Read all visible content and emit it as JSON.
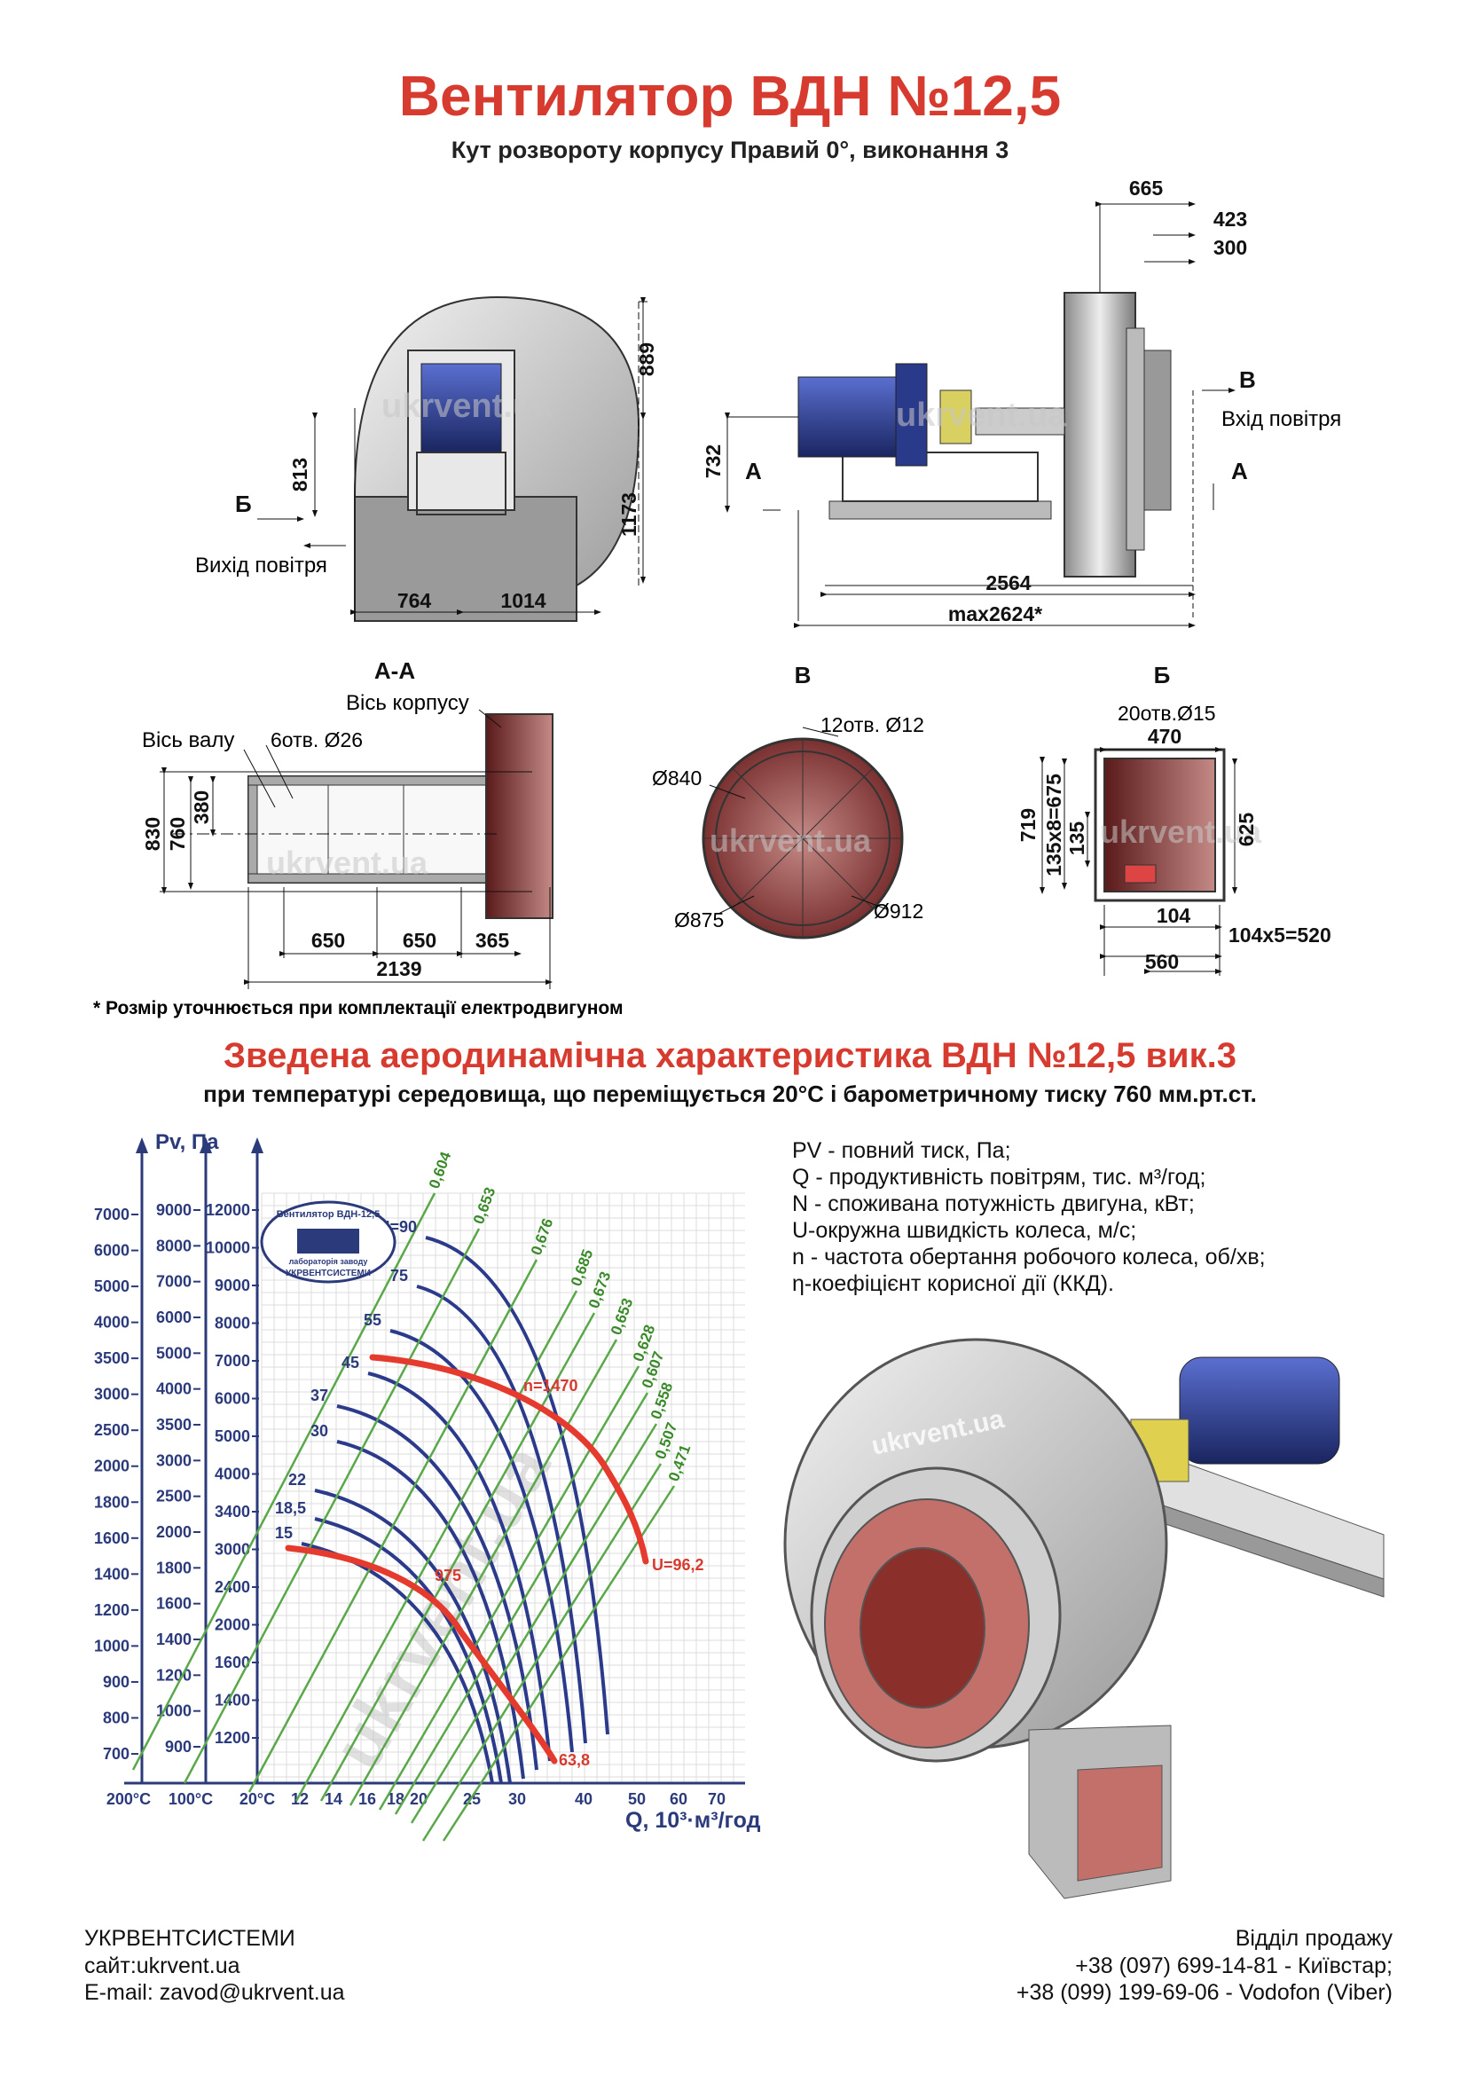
{
  "header": {
    "title": "Вентилятор  ВДН №12,5",
    "subtitle": "Кут розвороту корпусу Правий 0°, виконання 3"
  },
  "front_view": {
    "dims": {
      "d889": "889",
      "d813": "813",
      "d1173": "1173",
      "d764": "764",
      "d1014": "1014"
    },
    "label_b": "Б",
    "outlet_label": "Вихід повітря"
  },
  "side_view": {
    "dims": {
      "d665": "665",
      "d423": "423",
      "d300": "300",
      "d732": "732",
      "d2564": "2564",
      "dmax": "max2624*"
    },
    "label_v": "В",
    "inlet_label": "Вхід повітря",
    "label_a_left": "А",
    "label_a_right": "А"
  },
  "watermark": "ukrvent.ua",
  "section_aa": {
    "title": "А-А",
    "housing_axis": "Вісь корпусу",
    "shaft_axis": "Вісь валу",
    "holes": "6отв. Ø26",
    "dims": {
      "d830": "830",
      "d760": "760",
      "d380": "380",
      "d650a": "650",
      "d650b": "650",
      "d365": "365",
      "d2139": "2139"
    }
  },
  "section_v": {
    "title": "В",
    "holes": "12отв. Ø12",
    "d840": "Ø840",
    "d875": "Ø875",
    "d912": "Ø912"
  },
  "section_b": {
    "title": "Б",
    "holes": "20отв.Ø15",
    "dims": {
      "d470": "470",
      "d719": "719",
      "d135x8": "135х8=675",
      "d135": "135",
      "d625": "625",
      "d104": "104",
      "d104x5": "104х5=520",
      "d560": "560"
    }
  },
  "note": "* Розмір уточнюється при комплектації електродвигуном",
  "aero": {
    "title": "Зведена аеродинамічна характеристика ВДН №12,5 вик.3",
    "subtitle": "при температурі середовища, що переміщується 20°С і барометричному тиску 760 мм.рт.ст."
  },
  "legend": [
    "PV - повний тиск, Па;",
    "Q - продуктивність повітрям, тис. м³/год;",
    "N - споживана потужність двигуна, кВт;",
    "U-окружна швидкість колеса, м/с;",
    "n - частота обертання робочого колеса, об/хв;",
    "η-коефіцієнт корисної дії (ККД)."
  ],
  "stamp": {
    "top": "Вентилятор ВДН-12,5",
    "bottom": "УКРВЕНТСИСТЕМИ",
    "mid": "лабораторія заводу"
  },
  "chart_data": {
    "type": "line",
    "title": "",
    "xlabel": "Q, 10³·м³/год",
    "ylabel": "Pv, Па",
    "x_ticks": [
      "12",
      "14",
      "16",
      "18",
      "20",
      "25",
      "30",
      "40",
      "50",
      "60",
      "70"
    ],
    "temp_labels": [
      "200°С",
      "100°С",
      "20°С"
    ],
    "axis_200": [
      "7000",
      "6000",
      "5000",
      "4000",
      "3500",
      "3000",
      "2500",
      "2000",
      "1800",
      "1600",
      "1400",
      "1200",
      "1000",
      "900",
      "800",
      "700"
    ],
    "axis_100": [
      "9000",
      "8000",
      "7000",
      "6000",
      "5000",
      "4000",
      "3500",
      "3000",
      "2500",
      "2000",
      "1800",
      "1600",
      "1400",
      "1200",
      "1000",
      "900"
    ],
    "axis_20": [
      "12000",
      "10000",
      "9000",
      "8000",
      "7000",
      "6000",
      "5000",
      "4000",
      "3400",
      "3000",
      "2400",
      "2000",
      "1600",
      "1400",
      "1200"
    ],
    "power_labels": [
      "N=90",
      "75",
      "55",
      "45",
      "37",
      "30",
      "22",
      "18,5",
      "15"
    ],
    "efficiency_labels": [
      "0,604",
      "0,653",
      "0,676",
      "0,685",
      "0,673",
      "0,653",
      "0,628",
      "0,607",
      "0,558",
      "0,507",
      "0,471"
    ],
    "speed_curves": [
      {
        "n": "n=1470",
        "U": "U=96,2"
      },
      {
        "n": "975",
        "U": "63,8"
      }
    ]
  },
  "footer": {
    "company": "УКРВЕНТСИСТЕМИ",
    "site": "сайт:ukrvent.ua",
    "email": "E-mail: zavod@ukrvent.ua",
    "sales": "Відділ продажу",
    "phone1": "+38 (097) 699-14-81 - Київстар;",
    "phone2": "+38 (099) 199-69-06 - Vodofon (Viber)"
  }
}
